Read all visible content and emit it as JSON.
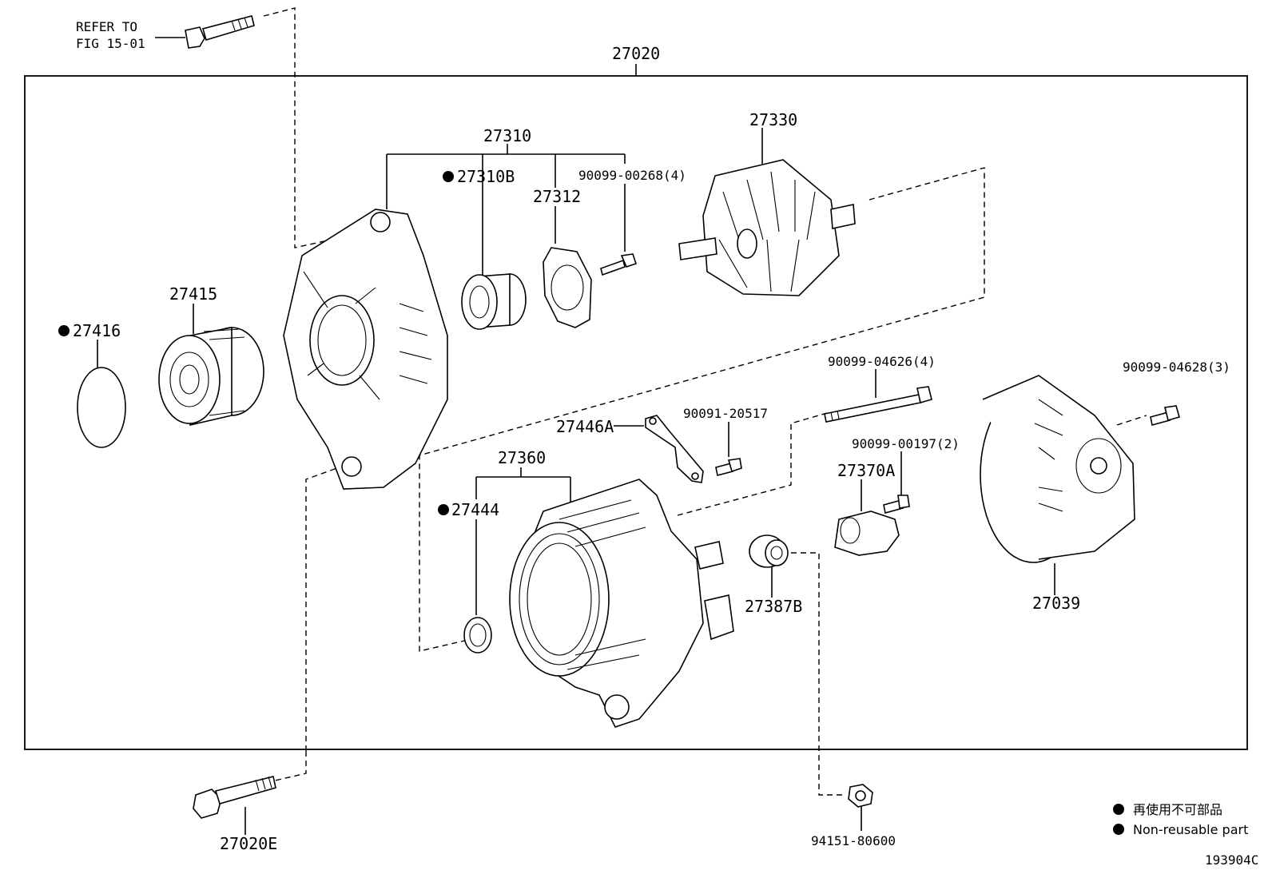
{
  "refer": {
    "line1": "REFER TO",
    "line2": "FIG 15-01"
  },
  "labels": {
    "assembly": "27020",
    "p27310": "27310",
    "p27310b": "27310B",
    "p27312": "27312",
    "p90099_00268": "90099-00268(4)",
    "p27330": "27330",
    "p27415": "27415",
    "p27416": "27416",
    "p90099_04626": "90099-04626(4)",
    "p90099_04628": "90099-04628(3)",
    "p27446a": "27446A",
    "p90091_20517": "90091-20517",
    "p27360": "27360",
    "p90099_00197": "90099-00197(2)",
    "p27370a": "27370A",
    "p27444": "27444",
    "p27387b": "27387B",
    "p27039": "27039",
    "p27020e": "27020E",
    "p94151_80600": "94151-80600"
  },
  "legend": {
    "japanese": "再使用不可部品",
    "english": "Non-reusable part"
  },
  "figure_id": "193904C"
}
